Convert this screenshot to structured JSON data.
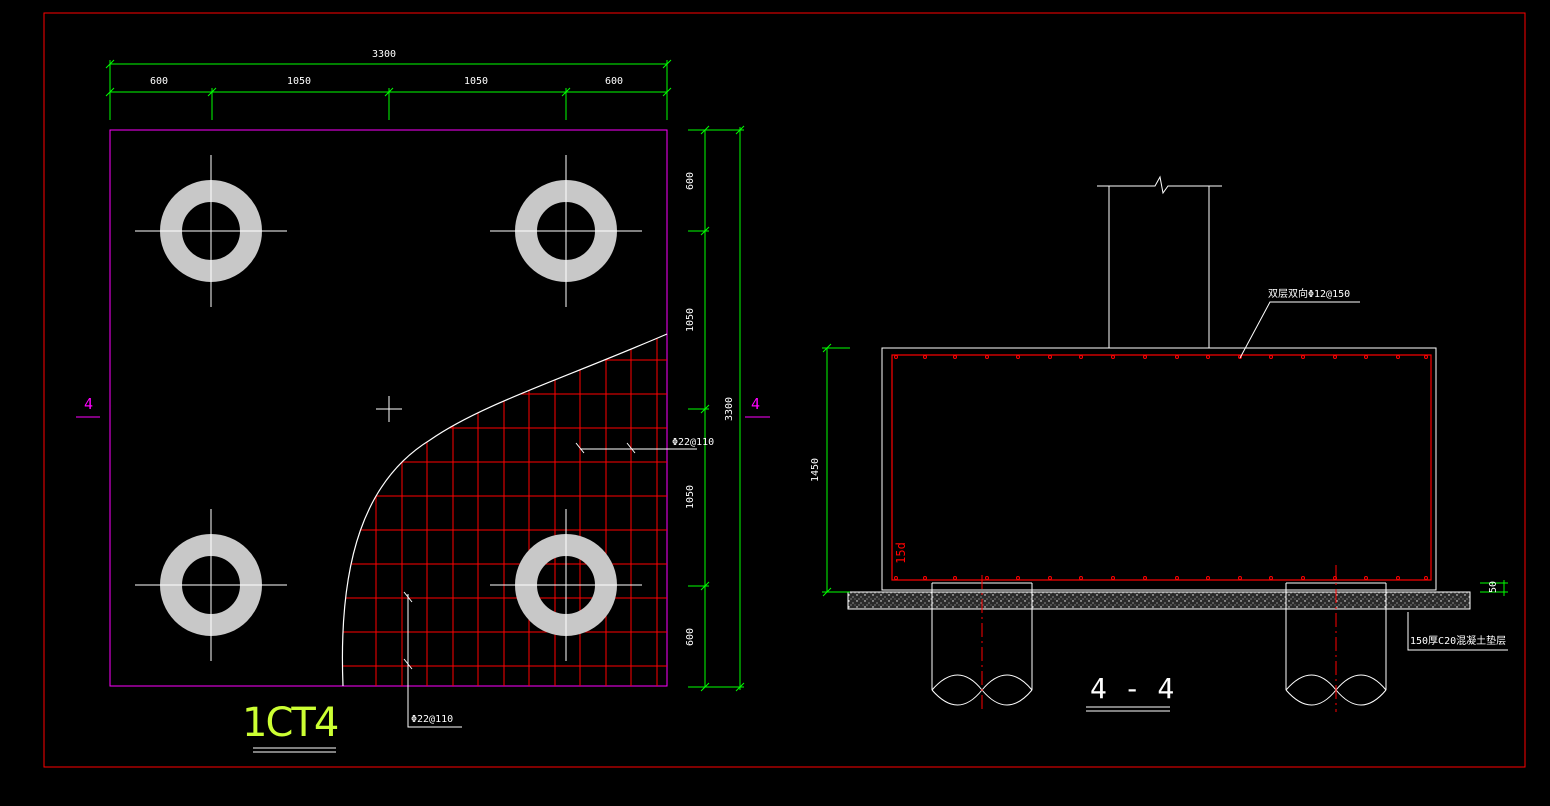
{
  "drawing": {
    "border_color": "#ff0000",
    "outline_color": "#ff00ff",
    "dimension_color": "#00ff00",
    "rebar_color": "#ff0000",
    "title_color": "#ccff33"
  },
  "plan": {
    "dims_top": {
      "overall": "3300",
      "segments": [
        "600",
        "1050",
        "1050",
        "600"
      ]
    },
    "dims_right": {
      "overall": "3300",
      "segments": [
        "600",
        "1050",
        "1050",
        "600"
      ]
    },
    "section_mark_left": "4",
    "section_mark_right": "4",
    "rebar_label_1": "Φ22@110",
    "rebar_label_2": "Φ22@110",
    "title": "1CT4"
  },
  "section": {
    "top_rebar_label": "双层双向Φ12@150",
    "height_dim": "1450",
    "anchor_label": "15d",
    "cover_dim": "50",
    "cushion_label": "150厚C20混凝土垫层",
    "title": "4 - 4"
  }
}
